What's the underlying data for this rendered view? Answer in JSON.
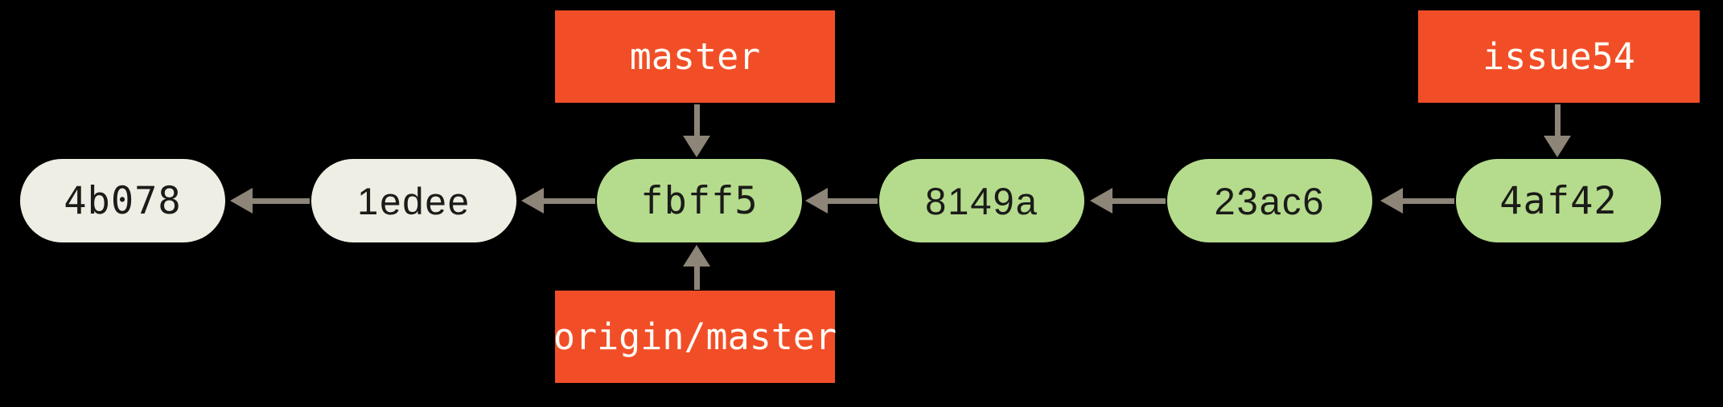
{
  "diagram": {
    "title": "git commit history graph",
    "commits": [
      {
        "id": "4b078",
        "color": "#EEEEE4"
      },
      {
        "id": "1edee",
        "color": "#EEEEE4"
      },
      {
        "id": "fbff5",
        "color": "#B5DC8C"
      },
      {
        "id": "8149a",
        "color": "#B5DC8C"
      },
      {
        "id": "23ac6",
        "color": "#B5DC8C"
      },
      {
        "id": "4af42",
        "color": "#B5DC8C"
      }
    ],
    "edges": [
      {
        "from": "1edee",
        "to": "4b078"
      },
      {
        "from": "fbff5",
        "to": "1edee"
      },
      {
        "from": "8149a",
        "to": "fbff5"
      },
      {
        "from": "23ac6",
        "to": "8149a"
      },
      {
        "from": "4af42",
        "to": "23ac6"
      }
    ],
    "refs": [
      {
        "name": "master",
        "target": "fbff5",
        "side": "above"
      },
      {
        "name": "origin/master",
        "target": "fbff5",
        "side": "below"
      },
      {
        "name": "issue54",
        "target": "4af42",
        "side": "above"
      }
    ],
    "colors": {
      "background": "#000000",
      "ref_box": "#F14E28",
      "ref_text": "#FFFDF6",
      "commit_green": "#B5DC8C",
      "commit_cream": "#EEEEE4",
      "commit_text": "#1B1B19",
      "arrow": "#8C8578"
    }
  }
}
